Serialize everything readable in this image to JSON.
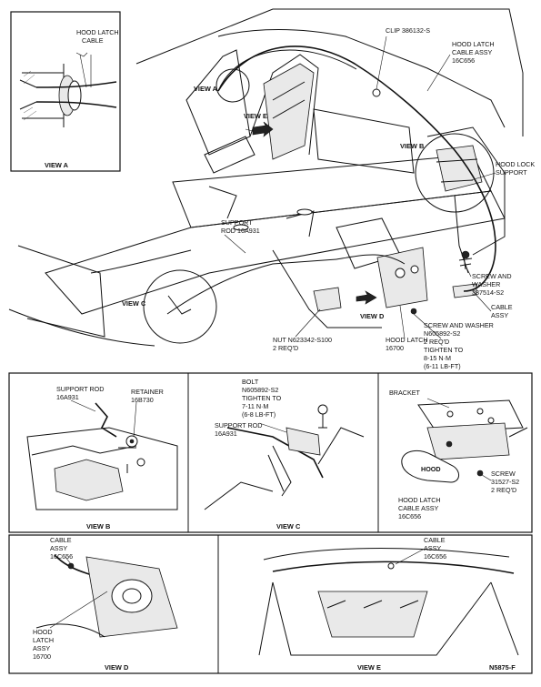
{
  "figure_code": "N5875-F",
  "views": {
    "a": "VIEW A",
    "b": "VIEW B",
    "c": "VIEW C",
    "d": "VIEW D",
    "e": "VIEW E"
  },
  "main_labels": {
    "clip": [
      "CLIP 386132-S"
    ],
    "hood_latch_cable_assy": [
      "HOOD LATCH",
      "CABLE ASSY",
      "16C656"
    ],
    "hood_lock_support": [
      "HOOD LOCK",
      "SUPPORT"
    ],
    "support_rod": [
      "SUPPORT",
      "ROD 16A931"
    ],
    "screw_and_washer_right": [
      "SCREW AND",
      "WASHER",
      "387514-S2"
    ],
    "cable_assy": [
      "CABLE",
      "ASSY"
    ],
    "screw_and_washer_torque": [
      "SCREW AND WASHER",
      "N605892-S2",
      "2 REQ'D",
      "TIGHTEN TO",
      "8-15 N·m",
      "(6-11 LB-FT)"
    ],
    "nut": [
      "NUT N623342-S100",
      "2 REQ'D"
    ],
    "hood_latch": [
      "HOOD LATCH",
      "16700"
    ]
  },
  "view_a_labels": {
    "hood_latch_cable": [
      "HOOD LATCH",
      "CABLE"
    ]
  },
  "view_b_labels": {
    "support_rod": [
      "SUPPORT ROD",
      "16A931"
    ],
    "retainer": [
      "RETAINER",
      "16B730"
    ]
  },
  "view_c_labels": {
    "bolt": [
      "BOLT",
      "N605892-S2",
      "TIGHTEN TO",
      "7-11 N·m",
      "(6-8 LB-FT)"
    ],
    "support_rod": [
      "SUPPORT ROD",
      "16A931"
    ]
  },
  "view_panel_3_labels": {
    "bracket": [
      "BRACKET"
    ],
    "hood_handle_text": "HOOD",
    "screw": [
      "SCREW",
      "31527-S2",
      "2 REQ'D"
    ],
    "hood_latch_cable_assy": [
      "HOOD LATCH",
      "CABLE ASSY",
      "16C656"
    ]
  },
  "view_d_labels": {
    "cable_assy": [
      "CABLE",
      "ASSY",
      "16C656"
    ],
    "hood_latch_assy": [
      "HOOD",
      "LATCH",
      "ASSY",
      "16700"
    ]
  },
  "view_e_labels": {
    "cable_assy": [
      "CABLE",
      "ASSY",
      "16C656"
    ]
  }
}
